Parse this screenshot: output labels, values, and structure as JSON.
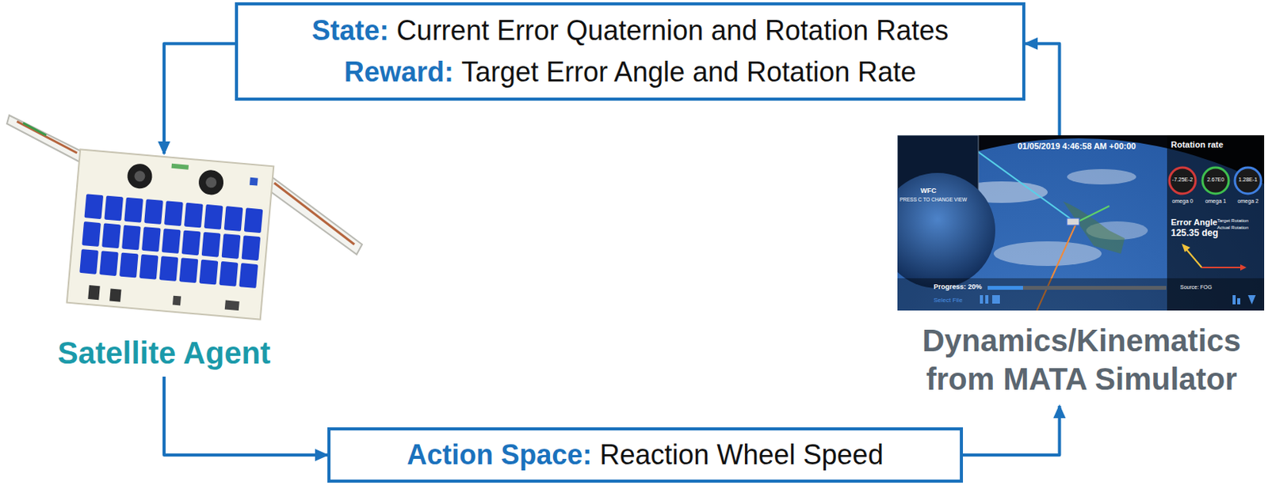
{
  "diagram": {
    "nodes": [
      {
        "text": [
          "State:",
          "Current Error Quaternion and Rotation Rates",
          "Reward:",
          "Target Error Angle and Rotation Rate"
        ]
      },
      {
        "text": [
          "Satellite Agent"
        ]
      },
      {
        "text": [
          "Dynamics/Kinematics from MATA Simulator"
        ]
      },
      {
        "text": [
          "Action Space:",
          "Reaction Wheel Speed"
        ]
      }
    ],
    "edges": [
      {
        "from": 2,
        "to": 0,
        "arrow": "to"
      },
      {
        "from": 0,
        "to": 1,
        "arrow": "to"
      },
      {
        "from": 1,
        "to": 3,
        "arrow": "to"
      },
      {
        "from": 3,
        "to": 2,
        "arrow": "to"
      }
    ],
    "labels": [
      "01/05/2019 4:46:58 AM +00:00",
      "WFC",
      "PRESS C TO CHANGE VIEW",
      "Rotation rate",
      "-7.25E-2",
      "2.67E0",
      "1.28E-1",
      "omega 0",
      "omega 1",
      "omega 2",
      "Error Angle",
      "125.35 deg",
      "Target Rotation",
      "Actual Rotation",
      "Progress: 20%",
      "Source: FOG",
      "Select File"
    ]
  }
}
